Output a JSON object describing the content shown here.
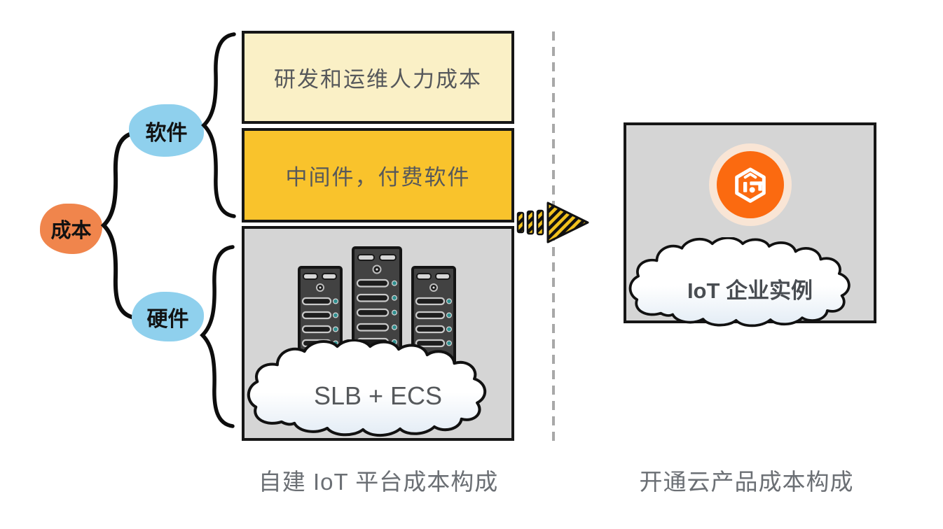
{
  "diagram": {
    "root": {
      "label": "成本",
      "fill": "#F0854C"
    },
    "branches": {
      "software": {
        "label": "软件",
        "fill": "#8FD0ED"
      },
      "hardware": {
        "label": "硬件",
        "fill": "#8FD0ED"
      }
    },
    "cost_boxes": {
      "rd_ops": {
        "label": "研发和运维人力成本",
        "fill": "#FAF0C6"
      },
      "middleware": {
        "label": "中间件，付费软件",
        "fill": "#F9C32C"
      },
      "hardware_box": {
        "fill": "#D5D5D5",
        "servers_count": 3,
        "server_icon": "server-tower-icon",
        "cloud_icon": "cloud-icon",
        "cloud_label": "SLB + ECS"
      }
    },
    "arrow": {
      "icon": "block-arrow-right-icon",
      "color": "#F2C21E"
    },
    "divider": {
      "style": "dashed-vertical",
      "color": "#A8A8A8"
    },
    "right_panel": {
      "fill": "#D5D5D5",
      "icon": "iot-platform-icon",
      "icon_color": "#FB6A10",
      "icon_halo": "#F9E5D5",
      "cloud_icon": "cloud-icon",
      "cloud_label": "IoT 企业实例"
    },
    "captions": {
      "left": "自建 IoT 平台成本构成",
      "right": "开通云产品成本构成"
    }
  }
}
